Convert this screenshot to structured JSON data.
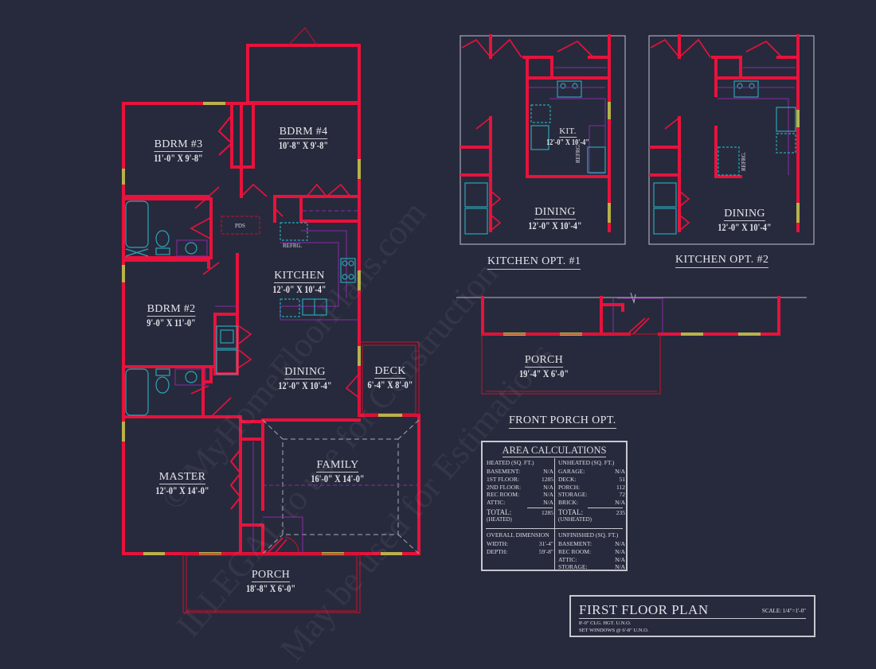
{
  "colors": {
    "background": "#272a3c",
    "walls": "#e8123c",
    "windows": "#b9b24a",
    "fixtures": "#2aa6b8",
    "cabinets": "#8a2aa6",
    "text": "#e4e4ea"
  },
  "watermark": {
    "line1": "© MyHomeFloorPlans.com",
    "line2": "ILLEGAL to use for Construction",
    "line3": "May be used for Estimations"
  },
  "rooms": {
    "bdrm3": {
      "name": "BDRM #3",
      "dim": "11'-0\" X 9'-8\""
    },
    "bdrm4": {
      "name": "BDRM #4",
      "dim": "10'-8\" X 9'-8\""
    },
    "bdrm2": {
      "name": "BDRM #2",
      "dim": "9'-0\" X 11'-0\""
    },
    "kitchen": {
      "name": "KITCHEN",
      "dim": "12'-0\" X 10'-4\""
    },
    "dining": {
      "name": "DINING",
      "dim": "12'-0\" X 10'-4\""
    },
    "deck": {
      "name": "DECK",
      "dim": "6'-4\" X 8'-0\""
    },
    "master": {
      "name": "MASTER",
      "dim": "12'-0\" X 14'-0\""
    },
    "family": {
      "name": "FAMILY",
      "dim": "16'-0\" X 14'-0\""
    },
    "porch": {
      "name": "PORCH",
      "dim": "18'-8\" X 6'-0\""
    }
  },
  "small_labels": {
    "pds": "PDS",
    "refrg": "REFRG."
  },
  "kitchen_opt1": {
    "kit_name": "KIT.",
    "kit_dim": "12'-0\" X 10'-4\"",
    "dining_name": "DINING",
    "dining_dim": "12'-0\" X 10'-4\"",
    "refrg": "REFRG.",
    "caption": "KITCHEN OPT. #1"
  },
  "kitchen_opt2": {
    "dining_name": "DINING",
    "dining_dim": "12'-0\" X 10'-4\"",
    "refrg": "REFRG.",
    "caption": "KITCHEN OPT. #2"
  },
  "front_porch_opt": {
    "porch_name": "PORCH",
    "porch_dim": "19'-4\" X 6'-0\"",
    "caption": "FRONT PORCH OPT."
  },
  "area_calculations": {
    "title": "AREA CALCULATIONS",
    "heated": {
      "header": "HEATED (SQ. FT.)",
      "rows": [
        {
          "label": "BASEMENT:",
          "value": "N/A"
        },
        {
          "label": "1ST FLOOR:",
          "value": "1285"
        },
        {
          "label": "2ND FLOOR:",
          "value": "N/A"
        },
        {
          "label": "REC ROOM:",
          "value": "N/A"
        },
        {
          "label": "ATTIC:",
          "value": "N/A"
        }
      ],
      "total_label": "TOTAL:",
      "total_sub": "(HEATED)",
      "total_value": "1285"
    },
    "unheated": {
      "header": "UNHEATED (SQ. FT.)",
      "rows": [
        {
          "label": "GARAGE:",
          "value": "N/A"
        },
        {
          "label": "DECK:",
          "value": "51"
        },
        {
          "label": "PORCH:",
          "value": "112"
        },
        {
          "label": "STORAGE:",
          "value": "72"
        },
        {
          "label": "BRICK:",
          "value": "N/A"
        }
      ],
      "total_label": "TOTAL:",
      "total_sub": "(UNHEATED)",
      "total_value": "235"
    },
    "overall": {
      "header": "OVERALL DIMENSION",
      "rows": [
        {
          "label": "WIDTH:",
          "value": "31'-4\""
        },
        {
          "label": "DEPTH:",
          "value": "59'-8\""
        }
      ]
    },
    "unfinished": {
      "header": "UNFINISHED (SQ. FT.)",
      "rows": [
        {
          "label": "BASEMENT:",
          "value": "N/A"
        },
        {
          "label": "REC ROOM:",
          "value": "N/A"
        },
        {
          "label": "ATTIC:",
          "value": "N/A"
        },
        {
          "label": "STORAGE:",
          "value": "N/A"
        }
      ]
    }
  },
  "title_block": {
    "title": "FIRST FLOOR PLAN",
    "scale": "SCALE: 1/4\"=1'-0\"",
    "note1": "8'-0\" CLG. HGT. U.N.O.",
    "note2": "SET WINDOWS @ 6'-8\" U.N.O."
  }
}
